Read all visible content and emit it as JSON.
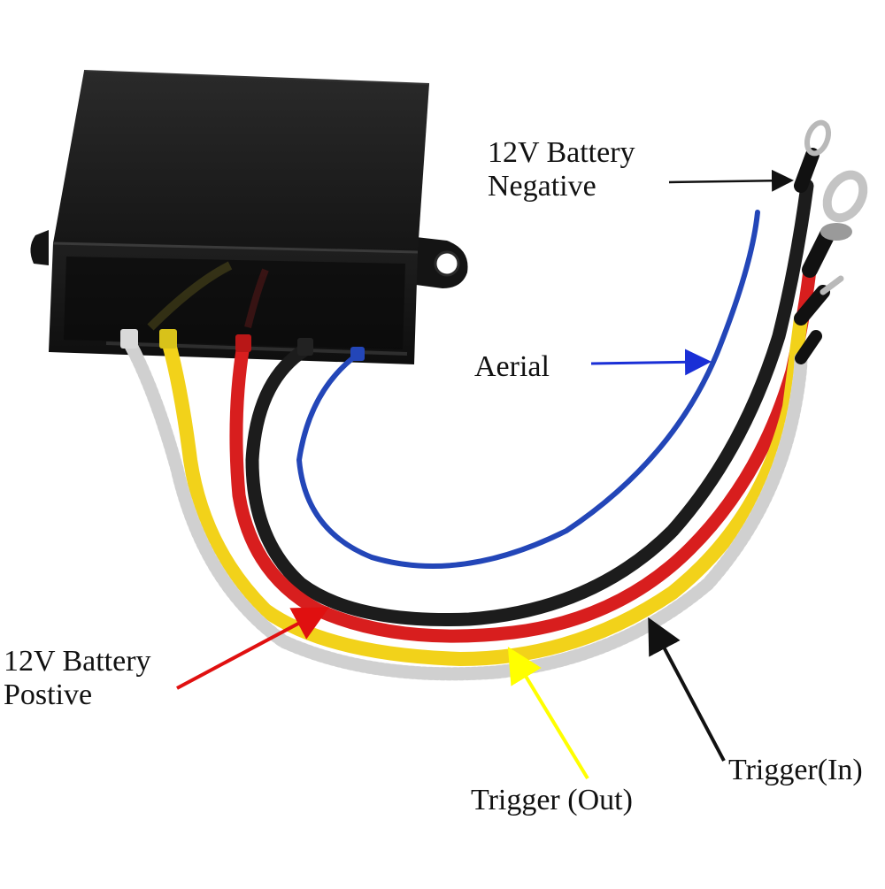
{
  "labels": {
    "battery_negative": {
      "line1": "12V Battery",
      "line2": "Negative"
    },
    "aerial": "Aerial",
    "battery_positive": {
      "line1": "12V Battery",
      "line2": "Postive"
    },
    "trigger_out": "Trigger (Out)",
    "trigger_in": "Trigger(In)"
  },
  "colors": {
    "background": "#ffffff",
    "module_body": "#161616",
    "wire_white": "#e9e9e9",
    "wire_yellow": "#f2d21a",
    "wire_red": "#d81e1e",
    "wire_black": "#1c1c1c",
    "wire_blue": "#2346b8",
    "arrow_black": "#111111",
    "arrow_blue": "#1a2fd6",
    "arrow_red": "#e01010",
    "arrow_yellow": "#ffff00",
    "terminal_metal": "#b9b9b9"
  }
}
